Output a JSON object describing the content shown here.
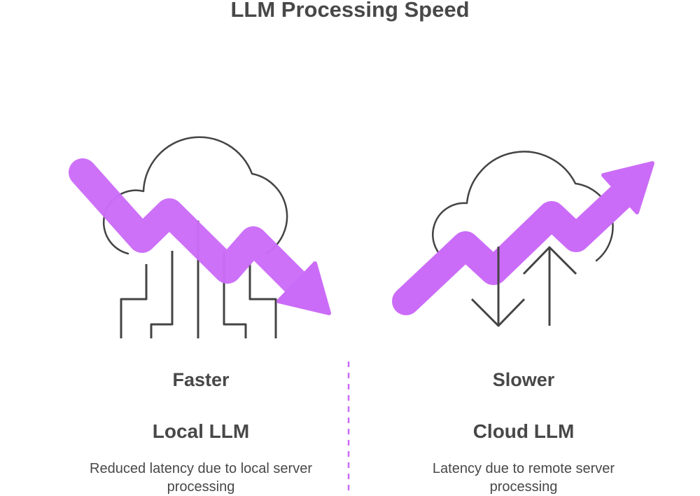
{
  "title": "LLM Processing Speed",
  "colors": {
    "accent": "#CB6CF8",
    "stroke": "#444444",
    "text": "#484848"
  },
  "left": {
    "icon": "cloud-circuit-down-trend-icon",
    "speed": "Faster",
    "name": "Local LLM",
    "description": "Reduced latency due to local server processing"
  },
  "right": {
    "icon": "cloud-transfer-up-trend-icon",
    "speed": "Slower",
    "name": "Cloud LLM",
    "description": "Latency due to remote server processing"
  }
}
